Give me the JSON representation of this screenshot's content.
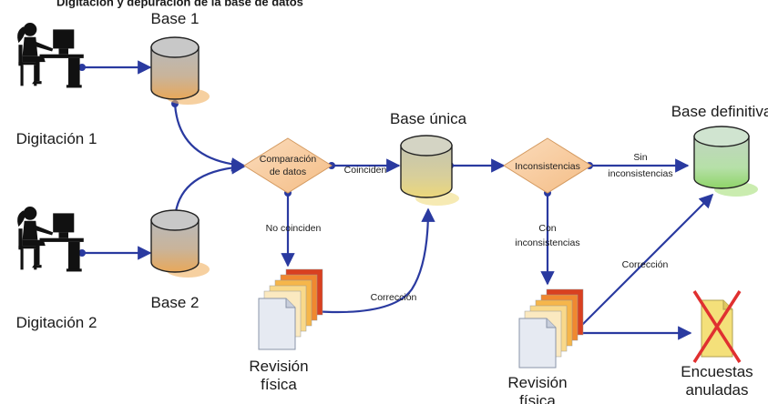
{
  "header_text": "Digitación y depuración de la base de datos",
  "nodes": {
    "digitacion1": "Digitación 1",
    "digitacion2": "Digitación 2",
    "base1": "Base 1",
    "base2": "Base 2",
    "comparacion_l1": "Comparación",
    "comparacion_l2": "de datos",
    "base_unica": "Base única",
    "inconsistencias": "Inconsistencias",
    "base_definitiva": "Base definitiva",
    "revision1_l1": "Revisión",
    "revision1_l2": "física",
    "revision2_l1": "Revisión",
    "revision2_l2": "física",
    "encuestas_l1": "Encuestas",
    "encuestas_l2": "anuladas"
  },
  "edges": {
    "coinciden": "Coinciden",
    "no_coinciden": "No coinciden",
    "correccion1": "Corrección",
    "sin_l1": "Sin",
    "sin_l2": "inconsistencias",
    "con_l1": "Con",
    "con_l2": "inconsistencias",
    "correccion2": "Corrección"
  },
  "colors": {
    "edge": "#2a3aa0",
    "diamond": "#f7c99a",
    "db_orange": "#e8a85a",
    "db_yellow": "#e8d27a",
    "db_green": "#9fd878",
    "cross": "#e03030"
  }
}
